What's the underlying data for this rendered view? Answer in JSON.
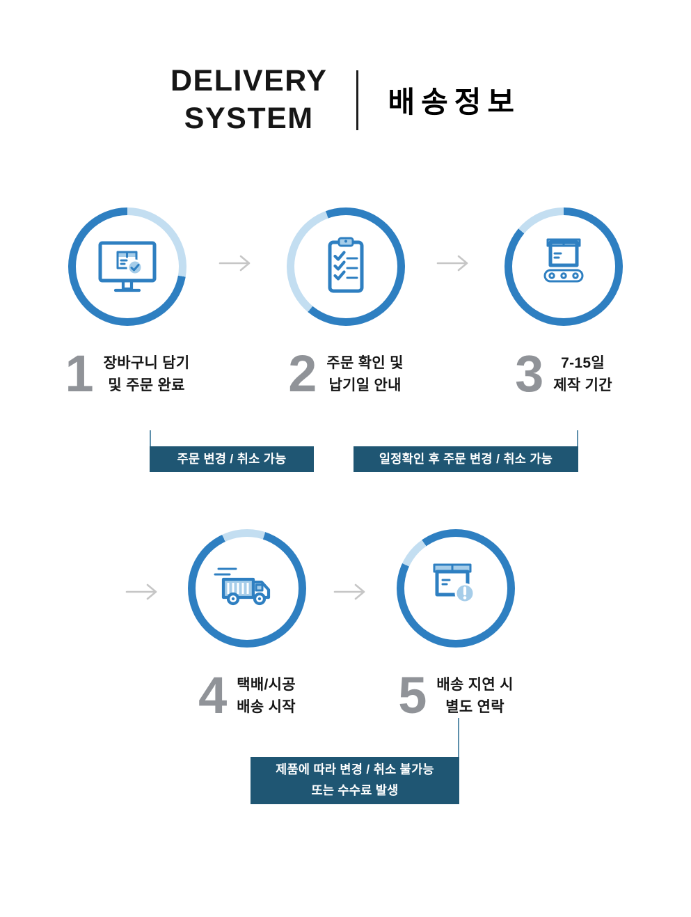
{
  "header": {
    "title_line1": "DELIVERY",
    "title_line2": "SYSTEM",
    "title_ko": "배송정보"
  },
  "steps": [
    {
      "number": "1",
      "label_lines": [
        "장바구니 담기",
        "및 주문 완료"
      ],
      "icon": "monitor-order-check-icon"
    },
    {
      "number": "2",
      "label_lines": [
        "주문 확인 및",
        "납기일 안내"
      ],
      "icon": "clipboard-checklist-icon"
    },
    {
      "number": "3",
      "label_lines": [
        "7-15일",
        "제작 기간"
      ],
      "icon": "package-conveyor-icon"
    },
    {
      "number": "4",
      "label_lines": [
        "택배/시공",
        "배송 시작"
      ],
      "icon": "delivery-truck-icon"
    },
    {
      "number": "5",
      "label_lines": [
        "배송 지연 시",
        "별도 연락"
      ],
      "icon": "package-alert-icon"
    }
  ],
  "callouts": [
    {
      "text": "주문 변경 / 취소 가능"
    },
    {
      "text": "일정확인 후 주문 변경 / 취소 가능"
    },
    {
      "text_line1": "제품에 따라 변경 / 취소 불가능",
      "text_line2": "또는 수수료 발생"
    }
  ],
  "icons": {
    "flow_arrow": "arrow-right-icon"
  },
  "colors": {
    "ring_dark": "#2e7fc1",
    "ring_light": "#c3def1",
    "icon_blue": "#2e7fc1",
    "icon_light": "#a6cde9",
    "callout_bg": "#1f5673",
    "connector": "#5d8fab",
    "number_gray": "#909398",
    "arrow_gray": "#c6c6c6",
    "text_dark": "#161616"
  }
}
